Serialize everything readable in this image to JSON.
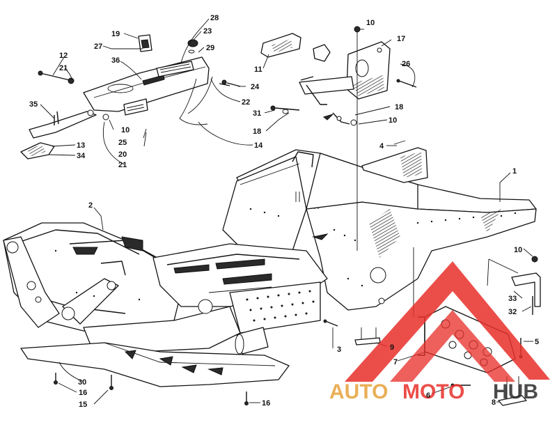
{
  "diagram": {
    "callouts": [
      {
        "id": "c1",
        "label": "1"
      },
      {
        "id": "c2",
        "label": "2"
      },
      {
        "id": "c3",
        "label": "3"
      },
      {
        "id": "c4",
        "label": "4"
      },
      {
        "id": "c5",
        "label": "5"
      },
      {
        "id": "c6",
        "label": "6"
      },
      {
        "id": "c7",
        "label": "7"
      },
      {
        "id": "c8",
        "label": "8"
      },
      {
        "id": "c9",
        "label": "9"
      },
      {
        "id": "c10a",
        "label": "10"
      },
      {
        "id": "c10b",
        "label": "10"
      },
      {
        "id": "c10c",
        "label": "10"
      },
      {
        "id": "c10d",
        "label": "10"
      },
      {
        "id": "c11",
        "label": "11"
      },
      {
        "id": "c12",
        "label": "12"
      },
      {
        "id": "c13",
        "label": "13"
      },
      {
        "id": "c14",
        "label": "14"
      },
      {
        "id": "c15",
        "label": "15"
      },
      {
        "id": "c16a",
        "label": "16"
      },
      {
        "id": "c16b",
        "label": "16"
      },
      {
        "id": "c17",
        "label": "17"
      },
      {
        "id": "c18a",
        "label": "18"
      },
      {
        "id": "c18b",
        "label": "18"
      },
      {
        "id": "c19",
        "label": "19"
      },
      {
        "id": "c20",
        "label": "20"
      },
      {
        "id": "c21a",
        "label": "21"
      },
      {
        "id": "c21b",
        "label": "21"
      },
      {
        "id": "c22",
        "label": "22"
      },
      {
        "id": "c23",
        "label": "23"
      },
      {
        "id": "c24",
        "label": "24"
      },
      {
        "id": "c25",
        "label": "25"
      },
      {
        "id": "c26",
        "label": "26"
      },
      {
        "id": "c27",
        "label": "27"
      },
      {
        "id": "c28",
        "label": "28"
      },
      {
        "id": "c29",
        "label": "29"
      },
      {
        "id": "c30",
        "label": "30"
      },
      {
        "id": "c31",
        "label": "31"
      },
      {
        "id": "c32",
        "label": "32"
      },
      {
        "id": "c33",
        "label": "33"
      },
      {
        "id": "c34",
        "label": "34"
      },
      {
        "id": "c35",
        "label": "35"
      },
      {
        "id": "c36",
        "label": "36"
      }
    ]
  },
  "watermark": {
    "text_dark": "AUTO",
    "text_red": "MOTO",
    "text_dark2": "HUB",
    "color_red": "#e8302a",
    "color_gold": "#e7a23a",
    "color_dark": "#2b2b2b"
  }
}
